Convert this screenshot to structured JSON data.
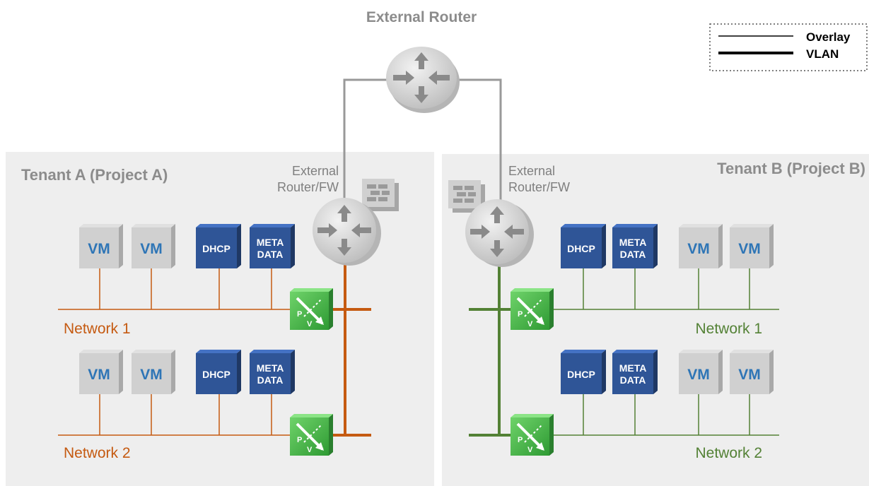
{
  "title": "External Router",
  "legend": {
    "overlay_label": "Overlay",
    "vlan_label": "VLAN"
  },
  "tenants": [
    {
      "name": "Tenant A (Project A)",
      "router_label_line1": "External",
      "router_label_line2": "Router/FW",
      "color": "#c55a11",
      "networks": [
        {
          "label": "Network 1",
          "nodes": [
            {
              "kind": "vm",
              "line1": "VM"
            },
            {
              "kind": "vm",
              "line1": "VM"
            },
            {
              "kind": "service",
              "line1": "DHCP"
            },
            {
              "kind": "service",
              "line1": "META",
              "line2": "DATA"
            }
          ]
        },
        {
          "label": "Network 2",
          "nodes": [
            {
              "kind": "vm",
              "line1": "VM"
            },
            {
              "kind": "vm",
              "line1": "VM"
            },
            {
              "kind": "service",
              "line1": "DHCP"
            },
            {
              "kind": "service",
              "line1": "META",
              "line2": "DATA"
            }
          ]
        }
      ]
    },
    {
      "name": "Tenant B (Project B)",
      "router_label_line1": "External",
      "router_label_line2": "Router/FW",
      "color": "#538135",
      "networks": [
        {
          "label": "Network 1",
          "nodes": [
            {
              "kind": "service",
              "line1": "DHCP"
            },
            {
              "kind": "service",
              "line1": "META",
              "line2": "DATA"
            },
            {
              "kind": "vm",
              "line1": "VM"
            },
            {
              "kind": "vm",
              "line1": "VM"
            }
          ]
        },
        {
          "label": "Network 2",
          "nodes": [
            {
              "kind": "service",
              "line1": "DHCP"
            },
            {
              "kind": "service",
              "line1": "META",
              "line2": "DATA"
            },
            {
              "kind": "vm",
              "line1": "VM"
            },
            {
              "kind": "vm",
              "line1": "VM"
            }
          ]
        }
      ]
    }
  ],
  "switch_icon_letters": [
    "P",
    "V"
  ],
  "colors": {
    "panel": "#eeeeee",
    "router": "#d9d9d9",
    "service_box": "#2f5597",
    "vm_box": "#d0d0d0",
    "vm_text": "#2e75b6",
    "switch": "#4cb848",
    "uplink": "#999999"
  }
}
